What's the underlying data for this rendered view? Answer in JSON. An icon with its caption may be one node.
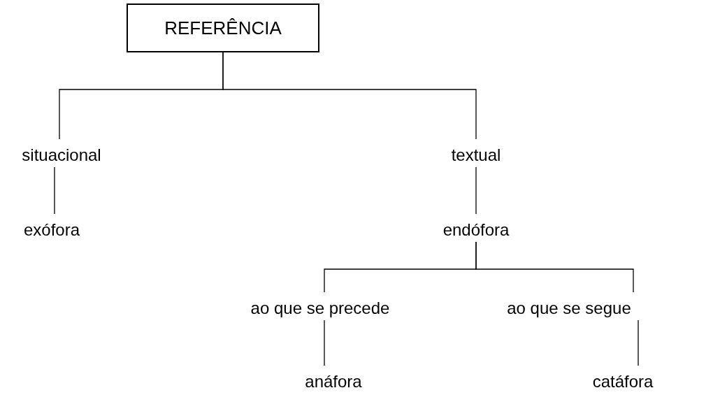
{
  "diagram": {
    "nodes": [
      {
        "text": [
          "REFERÊNCIA"
        ]
      },
      {
        "text": [
          "situacional"
        ]
      },
      {
        "text": [
          "textual"
        ]
      },
      {
        "text": [
          "exófora"
        ]
      },
      {
        "text": [
          "endófora"
        ]
      },
      {
        "text": [
          "ao que se precede"
        ]
      },
      {
        "text": [
          "ao que se segue"
        ]
      },
      {
        "text": [
          "anáfora"
        ]
      },
      {
        "text": [
          "catáfora"
        ]
      }
    ],
    "edges": [
      {
        "from": 0,
        "to": 1,
        "arrow": "none"
      },
      {
        "from": 0,
        "to": 2,
        "arrow": "none"
      },
      {
        "from": 1,
        "to": 3,
        "arrow": "none"
      },
      {
        "from": 2,
        "to": 4,
        "arrow": "none"
      },
      {
        "from": 4,
        "to": 5,
        "arrow": "none"
      },
      {
        "from": 4,
        "to": 6,
        "arrow": "none"
      },
      {
        "from": 5,
        "to": 7,
        "arrow": "none"
      },
      {
        "from": 6,
        "to": 8,
        "arrow": "none"
      }
    ]
  }
}
